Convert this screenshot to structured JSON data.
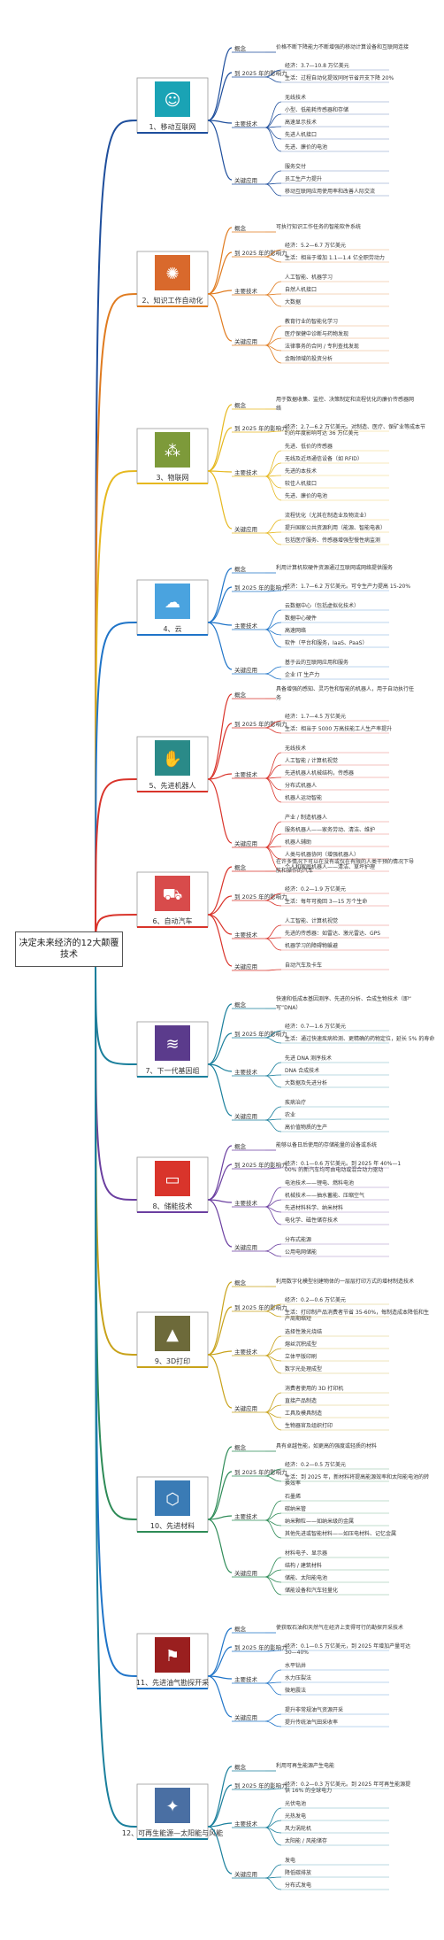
{
  "root_label": "决定未来经济的12大颠覆技术",
  "common": {
    "concept": "概念",
    "econ": "到 2025 年的影响力",
    "econ_alt": "到 2025 年影响力",
    "main_tech": "主要技术",
    "key_apps": "关键应用"
  },
  "colors": {
    "branch": [
      "#1e4e9c",
      "#e07b1f",
      "#e6b81f",
      "#1f74c8",
      "#d9342b",
      "#d9342b",
      "#1a7f9c",
      "#6b3fa0",
      "#c8a21a",
      "#2e8b57",
      "#1f74c8",
      "#1a7f9c"
    ],
    "trunk": "#c0392b"
  },
  "topics": [
    {
      "name": "1、移动互联网",
      "icon": "mobile-person-icon",
      "concept": "价格不断下降能力不断增强的移动计算设备和互联网连接",
      "econ": [
        "经济：3.7—10.8 万亿美元",
        "生活：过程自动化提效同时节省开支下降 20%"
      ],
      "tech": [
        "无线技术",
        "小型、低能耗传感器和存储",
        "高速显示技术",
        "先进人机接口",
        "先进、廉价的电池"
      ],
      "apps": [
        "服务交付",
        "员工生产力提升",
        "移动互联网应用使用率和改善人际交流"
      ]
    },
    {
      "name": "2、知识工作自动化",
      "icon": "brain-icon",
      "concept": "可执行知识工作任务的智能软件系统",
      "econ": [
        "经济：5.2—6.7 万亿美元",
        "生活：相当于增加 1.1—1.4 亿全职劳动力"
      ],
      "tech": [
        "人工智能、机器学习",
        "自然人机接口",
        "大数据"
      ],
      "apps": [
        "教育行业的智能化学习",
        "医疗保健中诊断与药物发现",
        "法律事务的合同 / 专利查找发现",
        "金融领域的投资分析"
      ]
    },
    {
      "name": "3、物联网",
      "icon": "network-dots-icon",
      "concept": "用于数据收集、监控、决策制定和流程优化的廉价传感器网络",
      "econ": [
        "经济：2.7—6.2 万亿美元。对制造、医疗、保矿业等成本节约的年度影响可达 36 万亿美元"
      ],
      "tech": [
        "先进、低价的传感器",
        "无线及近场通信设备（如 RFID）",
        "先进的本技术",
        "较佳人机接口",
        "先进、廉价的电池"
      ],
      "apps": [
        "流程优化（尤其在制造业及物流业）",
        "提升国家公共资源利用（能源、智能电表）",
        "包括医疗服务、传感器增强型慢性病监测"
      ]
    },
    {
      "name": "4、云",
      "icon": "cloud-icon",
      "concept": "利用计算机软硬件资源通过互联网或网络提供服务",
      "econ": [
        "经济：1.7—6.2 万亿美元。可令生产力提高 15-20%"
      ],
      "tech": [
        "云数据中心（包括虚拟化技术）",
        "数据中心硬件",
        "高速网络",
        "软件（平台和服务，IaaS、PaaS）"
      ],
      "apps": [
        "基于云的互联网应用和服务",
        "企业 IT 生产力"
      ]
    },
    {
      "name": "5、先进机器人",
      "icon": "robot-arm-icon",
      "concept": "具备增强的感知、灵巧性和智能的机器人，用于自动执行任务",
      "econ": [
        "经济：1.7—4.5 万亿美元",
        "生活：相当于 5000 万高技能工人生产率提升"
      ],
      "tech": [
        "无线技术",
        "人工智能 / 计算机视觉",
        "先进机器人机械结构，传感器",
        "分布式机器人",
        "机器人运动智能"
      ],
      "apps": [
        "产业 / 制造机器人",
        "服务机器人——家务劳动、清洁、维护",
        "机器人辅助",
        "人类与机器协同（增强机器人）",
        "个人和家庭机器人——清洁、草坪护理"
      ]
    },
    {
      "name": "6、自动汽车",
      "icon": "car-people-icon",
      "concept": "在许多情况下可以在没有或仅在有限的人类干预的情况下导航和操作的汽车",
      "econ": [
        "经济：0.2—1.9 万亿美元",
        "生活：每年可挽回 3—15 万个生命"
      ],
      "tech": [
        "人工智能、计算机视觉",
        "先进的传感器：如雷达、激光雷达、GPS",
        "机器学习的障碍物躲避"
      ],
      "apps": [
        "自动汽车及卡车"
      ]
    },
    {
      "name": "7、下一代基因组",
      "icon": "dna-icon",
      "concept": "快速和低成本基因测序、先进的分析、合成生物技术（即“写”DNA）",
      "econ": [
        "经济：0.7—1.6 万亿美元",
        "生活：通过快速疾病检测、更精确的药物定位，延长 5% 的寿命"
      ],
      "tech": [
        "先进 DNA 测序技术",
        "DNA 合成技术",
        "大数据及先进分析"
      ],
      "apps": [
        "疾病治疗",
        "农业",
        "高价值物质的生产"
      ]
    },
    {
      "name": "8、储能技术",
      "icon": "battery-icon",
      "concept": "能够以备日后使用的存储能量的设备或系统",
      "econ": [
        "经济：0.1—0.6 万亿美元。到 2025 年 40%—100% 的新汽车均可由电动或混合动力驱动"
      ],
      "tech": [
        "电池技术——锂电、燃料电池",
        "机械技术——抽水蓄能、压缩空气",
        "先进材料科学、纳米材料",
        "电化学、磁性储存技术"
      ],
      "apps": [
        "分布式能源",
        "公用电网储能"
      ]
    },
    {
      "name": "9、3D打印",
      "icon": "printer-icon",
      "concept": "利用数字化模型创建物体的一层层打印方式的增材制造技术",
      "econ": [
        "经济：0.2—0.6 万亿美元",
        "生活：打印制产品消费者节省 35-60%，每制造成本降低和生产周期缩短"
      ],
      "tech": [
        "选择性激光烧结",
        "熔丝沉积成型",
        "立体平版印刷",
        "数字光处理成型"
      ],
      "apps": [
        "消费者使用的 3D 打印机",
        "直接产品制造",
        "工具及模具制造",
        "生物器官及组织打印"
      ]
    },
    {
      "name": "10、先进材料",
      "icon": "hex-material-icon",
      "concept": "具有卓越性能，如更高的强度或轻质的材料",
      "econ": [
        "经济：0.2—0.5 万亿美元",
        "生活：到 2025 年，新材料将提高能源效率和太阳能电池的转换效率"
      ],
      "tech": [
        "石墨烯",
        "碳纳米管",
        "纳米颗粒——如纳米级的金属",
        "其他先进或智能材料——如压电材料、记忆金属"
      ],
      "apps": [
        "材料电子、显示器",
        "结构 / 建筑材料",
        "储能、太阳能电池",
        "储能设备和汽车轻量化"
      ]
    },
    {
      "name": "11、先进油气勘探开采",
      "icon": "oil-rig-icon",
      "concept": "使获取石油和天然气在经济上变得可行的勘探开采技术",
      "econ": [
        "经济：0.1—0.5 万亿美元，到 2025 年增加产量可达 30—40%"
      ],
      "tech": [
        "水平钻井",
        "水力压裂法",
        "微地震法"
      ],
      "apps": [
        "提升非常规油气资源开采",
        "提升传统油气田采收率"
      ]
    },
    {
      "name": "12、可再生能源—太阳能与风能",
      "icon": "wind-solar-icon",
      "concept": "利用可再生能源产生电能",
      "econ": [
        "经济：0.2—0.3 万亿美元。到 2025 年可再生能源提供 16% 的全球电力"
      ],
      "tech": [
        "光伏电池",
        "光热发电",
        "风力涡轮机",
        "太阳能 / 风能储存"
      ],
      "apps": [
        "发电",
        "降低碳排放",
        "分布式发电"
      ]
    }
  ]
}
